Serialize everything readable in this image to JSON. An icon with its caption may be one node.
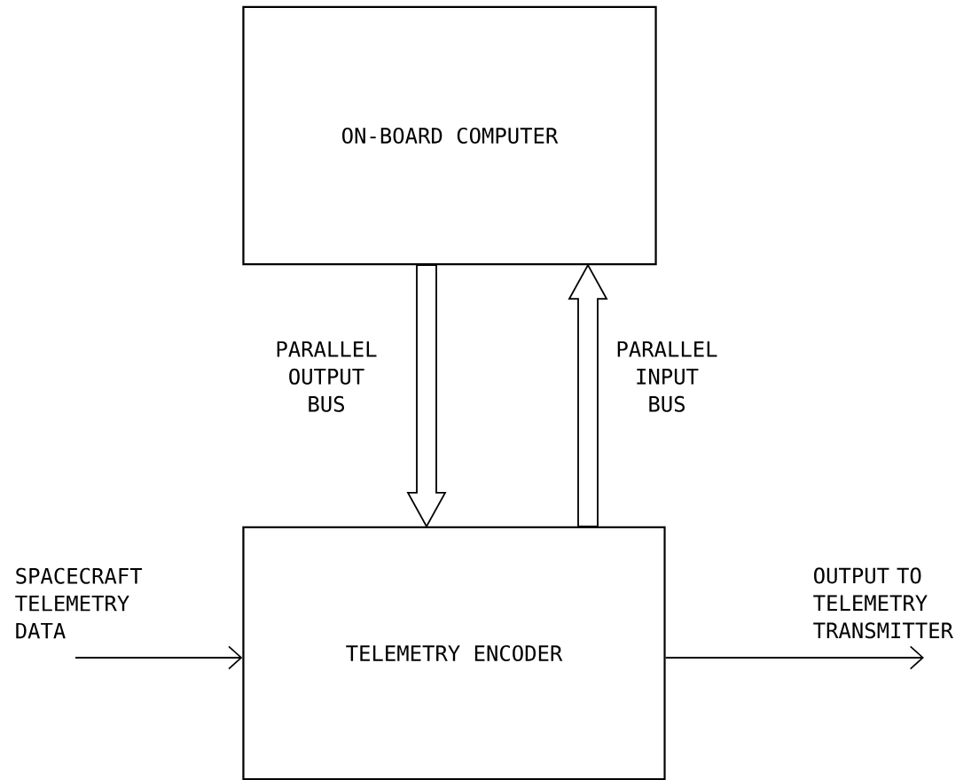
{
  "diagram": {
    "nodes": [
      {
        "text": [
          "ON-BOARD COMPUTER"
        ]
      },
      {
        "text": [
          "TELEMETRY ENCODER"
        ]
      }
    ],
    "edges": [
      {
        "from": 0,
        "to": 1,
        "arrow": "to",
        "label": "PARALLEL OUTPUT BUS",
        "style": "thick"
      },
      {
        "from": 1,
        "to": 0,
        "arrow": "to",
        "label": "PARALLEL INPUT BUS",
        "style": "thick"
      },
      {
        "from": null,
        "to": 1,
        "arrow": "to",
        "label": "SPACECRAFT TELEMETRY DATA"
      },
      {
        "from": 1,
        "to": null,
        "arrow": "to",
        "label": "OUTPUT TO TELEMETRY TRANSMITTER"
      }
    ]
  }
}
